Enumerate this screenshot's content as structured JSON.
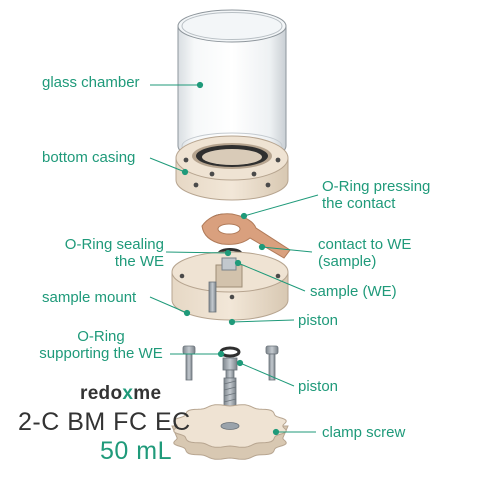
{
  "labels": {
    "glass_chamber": "glass chamber",
    "bottom_casing": "bottom casing",
    "oring_pressing": "O-Ring pressing\nthe contact",
    "oring_sealing": "O-Ring sealing\nthe WE",
    "contact_to_we": "contact to WE\n(sample)",
    "sample_we": "sample (WE)",
    "sample_mount": "sample mount",
    "piston_upper": "piston",
    "oring_supporting": "O-Ring\nsupporting the WE",
    "piston_lower": "piston",
    "clamp_screw": "clamp screw"
  },
  "brand": {
    "prefix": "redo",
    "x": "x",
    "suffix": "me"
  },
  "model": "2-C BM FC EC",
  "volume": "50 mL",
  "colors": {
    "accent": "#1f9a7a",
    "ptfe_part": "#eee1d0",
    "copper_contact": "#d9a07e",
    "steel": "#9aa3ab",
    "text_dark": "#333333"
  }
}
